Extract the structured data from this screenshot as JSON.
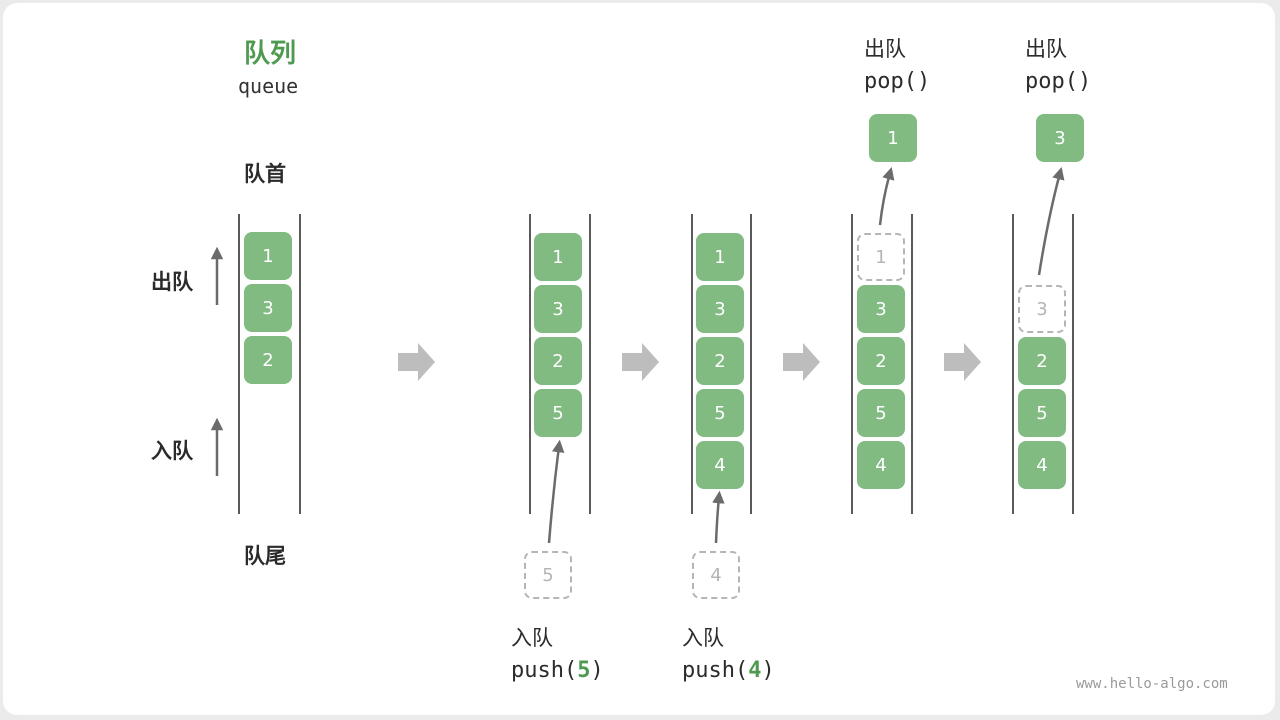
{
  "title": "队列",
  "subtitle": "queue",
  "labels": {
    "head": "队首",
    "tail": "队尾",
    "dequeue": "出队",
    "enqueue": "入队"
  },
  "initial_queue": [
    "1",
    "3",
    "2"
  ],
  "steps": [
    {
      "caption": "入队",
      "op_name": "push(",
      "op_arg": "5",
      "op_close": ")",
      "moved": "5",
      "queue": [
        "1",
        "3",
        "2",
        "5"
      ]
    },
    {
      "caption": "入队",
      "op_name": "push(",
      "op_arg": "4",
      "op_close": ")",
      "moved": "4",
      "queue": [
        "1",
        "3",
        "2",
        "5",
        "4"
      ]
    },
    {
      "caption": "出队",
      "op": "pop()",
      "moved": "1",
      "queue": [
        "3",
        "2",
        "5",
        "4"
      ]
    },
    {
      "caption": "出队",
      "op": "pop()",
      "moved": "3",
      "queue": [
        "2",
        "5",
        "4"
      ]
    }
  ],
  "colors": {
    "box": "#81bb82",
    "title": "#4d9a50",
    "arrow": "#bdbdbd",
    "ghost": "#b5b5b5"
  },
  "watermark": "www.hello-algo.com"
}
